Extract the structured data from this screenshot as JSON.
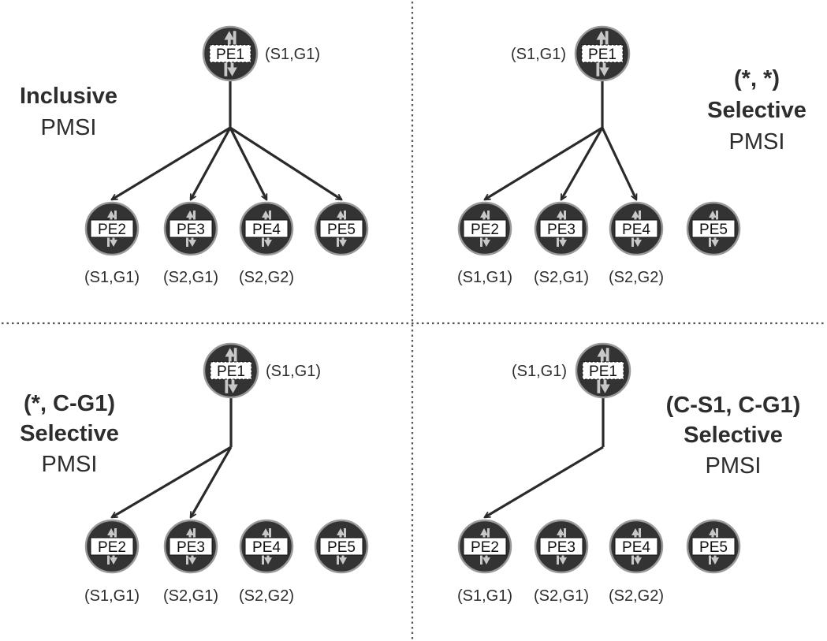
{
  "panels": [
    {
      "id": "inclusive",
      "title_lines": [
        {
          "text": "Inclusive",
          "bold": true
        },
        {
          "text": "PMSI",
          "bold": false
        }
      ],
      "source": {
        "label": "PE1",
        "annotation": "(S1,G1)"
      },
      "receivers": [
        {
          "label": "PE2",
          "annotation": "(S1,G1)",
          "connected": true
        },
        {
          "label": "PE3",
          "annotation": "(S2,G1)",
          "connected": true
        },
        {
          "label": "PE4",
          "annotation": "(S2,G2)",
          "connected": true
        },
        {
          "label": "PE5",
          "annotation": "",
          "connected": true
        }
      ]
    },
    {
      "id": "wildcard-selective",
      "title_lines": [
        {
          "text": "(*, *)",
          "bold": true
        },
        {
          "text": "Selective",
          "bold": true
        },
        {
          "text": "PMSI",
          "bold": false
        }
      ],
      "source": {
        "label": "PE1",
        "annotation": "(S1,G1)"
      },
      "receivers": [
        {
          "label": "PE2",
          "annotation": "(S1,G1)",
          "connected": true
        },
        {
          "label": "PE3",
          "annotation": "(S2,G1)",
          "connected": true
        },
        {
          "label": "PE4",
          "annotation": "(S2,G2)",
          "connected": true
        },
        {
          "label": "PE5",
          "annotation": "",
          "connected": false
        }
      ]
    },
    {
      "id": "group-selective",
      "title_lines": [
        {
          "text": "(*, C-G1)",
          "bold": true
        },
        {
          "text": "Selective",
          "bold": true
        },
        {
          "text": "PMSI",
          "bold": false
        }
      ],
      "source": {
        "label": "PE1",
        "annotation": "(S1,G1)"
      },
      "receivers": [
        {
          "label": "PE2",
          "annotation": "(S1,G1)",
          "connected": true
        },
        {
          "label": "PE3",
          "annotation": "(S2,G1)",
          "connected": true
        },
        {
          "label": "PE4",
          "annotation": "(S2,G2)",
          "connected": false
        },
        {
          "label": "PE5",
          "annotation": "",
          "connected": false
        }
      ]
    },
    {
      "id": "source-group-selective",
      "title_lines": [
        {
          "text": "(C-S1, C-G1)",
          "bold": true
        },
        {
          "text": "Selective",
          "bold": true
        },
        {
          "text": "PMSI",
          "bold": false
        }
      ],
      "source": {
        "label": "PE1",
        "annotation": "(S1,G1)"
      },
      "receivers": [
        {
          "label": "PE2",
          "annotation": "(S1,G1)",
          "connected": true
        },
        {
          "label": "PE3",
          "annotation": "(S2,G1)",
          "connected": false
        },
        {
          "label": "PE4",
          "annotation": "(S2,G2)",
          "connected": false
        },
        {
          "label": "PE5",
          "annotation": "",
          "connected": false
        }
      ]
    }
  ],
  "colors": {
    "node_fill": "#333333",
    "node_ring": "#9a9a9a",
    "arrow_light": "#c8c8c8",
    "edge": "#2a2a2a",
    "text": "#2d2d2d"
  }
}
